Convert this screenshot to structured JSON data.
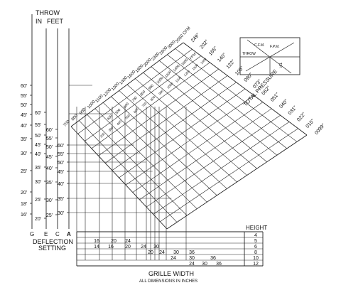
{
  "title": {
    "line1": "THROW",
    "line2a": "IN",
    "line2b": "FEET"
  },
  "scale_g": [
    "60'",
    "55'",
    "50'",
    "45'",
    "40'",
    "35'",
    "30'",
    "25'",
    "20'",
    "18'",
    "16'"
  ],
  "scale_e": [
    "60'",
    "55'",
    "50'",
    "45'",
    "40'",
    "35'",
    "30'",
    "25'",
    "20'"
  ],
  "scale_c": [
    "60'",
    "55'",
    "50'",
    "45'",
    "40'",
    "35'",
    "30'",
    "25'"
  ],
  "scale_a": [
    "60'",
    "55'",
    "50'",
    "45'",
    "40'",
    "35'",
    "30'"
  ],
  "deflection": {
    "letters": [
      "G",
      "E",
      "C",
      "A"
    ],
    "line1": "DEFLECTION",
    "line2": "SETTING"
  },
  "cfm_labels": [
    "3550 CFM",
    "3000",
    "2600",
    "2300",
    "2000",
    "1800",
    "1600",
    "1400",
    "1300",
    "1200",
    "1100",
    "1000",
    "900",
    "800",
    "700"
  ],
  "cfm_inner": [
    "1400",
    "1300",
    "1200",
    "1100",
    "1000",
    "900",
    "800",
    "700",
    "600",
    "500",
    "400",
    "300",
    "200"
  ],
  "fpm_labels": [
    "FPM",
    "1600",
    "1400",
    "1200",
    "1000",
    "900",
    "800",
    "700",
    "600",
    "500",
    "400"
  ],
  "pressure_labels": [
    "249\"",
    "202\"",
    "165\"",
    "140\"",
    "122\"",
    "105\"",
    "090\"",
    "073\"",
    "062\"",
    "051\"",
    "040\"",
    "031\"",
    "022\"",
    "015\"",
    "0099\""
  ],
  "pressure_title": "TOTAL PRESSURE",
  "legend": {
    "cfm": "C.F.M.",
    "fpm": "F.P.M.",
    "throw": "THROW",
    "tp": "T.P."
  },
  "height": {
    "title": "HEIGHT",
    "values": [
      "4",
      "5",
      "6",
      "8",
      "10",
      "12"
    ]
  },
  "width_rows": [
    [
      "16",
      "20",
      "24"
    ],
    [
      "14",
      "16",
      "20",
      "24",
      "30"
    ],
    [
      "20",
      "24",
      "30",
      "36"
    ],
    [
      "24",
      "30",
      "36"
    ],
    [
      "24",
      "30",
      "36"
    ]
  ],
  "xlabel": {
    "line1": "GRILLE WIDTH",
    "line2": "ALL DIMENSIONS IN INCHES"
  }
}
